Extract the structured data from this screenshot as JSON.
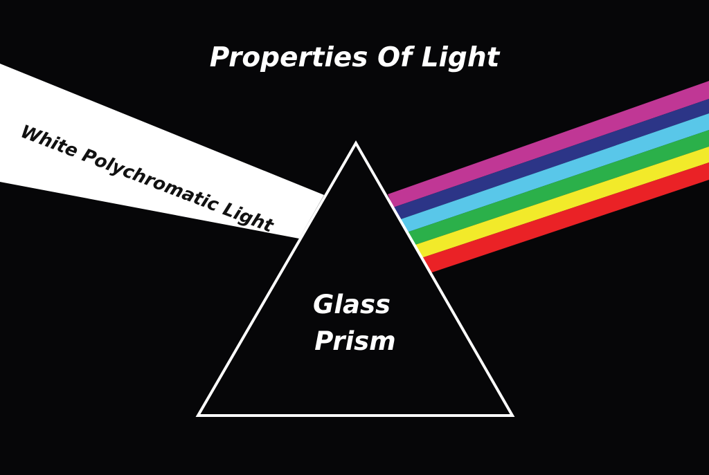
{
  "title": "Properties Of Light",
  "white_beam": {
    "label": "White Polychromatic Light",
    "color": "#ffffff"
  },
  "prism": {
    "label_lines": [
      "Glass",
      "Prism"
    ],
    "stroke_color": "#ffffff",
    "fill_color": "#060608"
  },
  "spectrum_colors": [
    "#c03795",
    "#2c3587",
    "#59c7e9",
    "#2bb04a",
    "#f2ea2a",
    "#ea2226"
  ],
  "colors": {
    "background": "#060608",
    "text_light": "#ffffff",
    "text_dark": "#111111"
  }
}
